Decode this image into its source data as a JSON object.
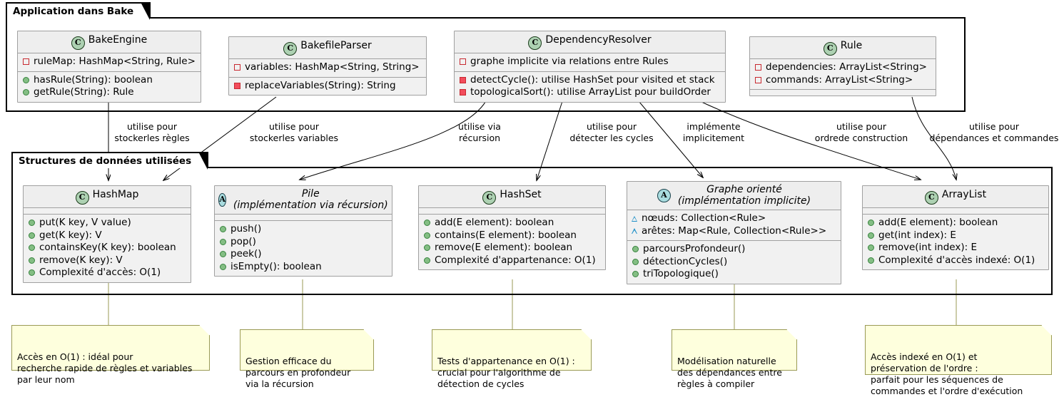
{
  "packages": [
    {
      "name": "pkg-application",
      "title": "Application dans Bake"
    },
    {
      "name": "pkg-structures",
      "title": "Structures de données utilisées"
    }
  ],
  "classes": [
    {
      "name": "BakeEngine",
      "stereotype": "C",
      "subtitle": "",
      "fields": [
        {
          "vis": "priv-field",
          "text": "ruleMap: HashMap<String, Rule>"
        }
      ],
      "methods": [
        {
          "vis": "pub-meth",
          "text": "hasRule(String): boolean"
        },
        {
          "vis": "pub-meth",
          "text": "getRule(String): Rule"
        }
      ]
    },
    {
      "name": "BakefileParser",
      "stereotype": "C",
      "subtitle": "",
      "fields": [
        {
          "vis": "priv-field",
          "text": "variables: HashMap<String, String>"
        }
      ],
      "methods": [
        {
          "vis": "priv-meth",
          "text": "replaceVariables(String): String"
        }
      ]
    },
    {
      "name": "DependencyResolver",
      "stereotype": "C",
      "subtitle": "",
      "fields": [
        {
          "vis": "priv-field",
          "text": "graphe implicite via relations entre Rules"
        }
      ],
      "methods": [
        {
          "vis": "priv-meth",
          "text": "detectCycle(): utilise HashSet pour visited et stack"
        },
        {
          "vis": "priv-meth",
          "text": "topologicalSort(): utilise ArrayList pour buildOrder"
        }
      ]
    },
    {
      "name": "Rule",
      "stereotype": "C",
      "subtitle": "",
      "fields": [
        {
          "vis": "priv-field",
          "text": "dependencies: ArrayList<String>"
        },
        {
          "vis": "priv-field",
          "text": "commands: ArrayList<String>"
        }
      ],
      "methods": []
    },
    {
      "name": "HashMap",
      "stereotype": "C",
      "subtitle": "",
      "fields": [],
      "methods": [
        {
          "vis": "pub-meth",
          "text": "put(K key, V value)"
        },
        {
          "vis": "pub-meth",
          "text": "get(K key): V"
        },
        {
          "vis": "pub-meth",
          "text": "containsKey(K key): boolean"
        },
        {
          "vis": "pub-meth",
          "text": "remove(K key): V"
        },
        {
          "vis": "pub-meth",
          "text": "Complexité d'accès: O(1)"
        }
      ]
    },
    {
      "name": "Pile",
      "stereotype": "A",
      "subtitle": "(implémentation via récursion)",
      "fields": [],
      "methods": [
        {
          "vis": "pub-meth",
          "text": "push()"
        },
        {
          "vis": "pub-meth",
          "text": "pop()"
        },
        {
          "vis": "pub-meth",
          "text": "peek()"
        },
        {
          "vis": "pub-meth",
          "text": "isEmpty(): boolean"
        }
      ]
    },
    {
      "name": "HashSet",
      "stereotype": "C",
      "subtitle": "",
      "fields": [],
      "methods": [
        {
          "vis": "pub-meth",
          "text": "add(E element): boolean"
        },
        {
          "vis": "pub-meth",
          "text": "contains(E element): boolean"
        },
        {
          "vis": "pub-meth",
          "text": "remove(E element): boolean"
        },
        {
          "vis": "pub-meth",
          "text": "Complexité d'appartenance: O(1)"
        }
      ]
    },
    {
      "name": "Graphe orienté",
      "stereotype": "A",
      "subtitle": "(implémentation implicite)",
      "fields": [
        {
          "vis": "prot-field",
          "text": "nœuds: Collection<Rule>"
        },
        {
          "vis": "prot-field",
          "text": "arêtes: Map<Rule, Collection<Rule>>"
        }
      ],
      "methods": [
        {
          "vis": "pub-meth",
          "text": "parcoursProfondeur()"
        },
        {
          "vis": "pub-meth",
          "text": "détectionCycles()"
        },
        {
          "vis": "pub-meth",
          "text": "triTopologique()"
        }
      ]
    },
    {
      "name": "ArrayList",
      "stereotype": "C",
      "subtitle": "",
      "fields": [],
      "methods": [
        {
          "vis": "pub-meth",
          "text": "add(E element): boolean"
        },
        {
          "vis": "pub-meth",
          "text": "get(int index): E"
        },
        {
          "vis": "pub-meth",
          "text": "remove(int index): E"
        },
        {
          "vis": "pub-meth",
          "text": "Complexité d'accès indexé: O(1)"
        }
      ]
    }
  ],
  "edge_labels": [
    {
      "name": "edge-label-store-rules",
      "line1": "utilise pour",
      "line2": "stockerles règles"
    },
    {
      "name": "edge-label-store-variables",
      "line1": "utilise pour",
      "line2": "stockerles variables"
    },
    {
      "name": "edge-label-recursion",
      "line1": "utilise via",
      "line2": "récursion"
    },
    {
      "name": "edge-label-detect-cycles",
      "line1": "utilise pour",
      "line2": "détecter les cycles"
    },
    {
      "name": "edge-label-implements",
      "line1": "implémente",
      "line2": "implicitement"
    },
    {
      "name": "edge-label-build-order",
      "line1": "utilise pour",
      "line2": "ordrede construction"
    },
    {
      "name": "edge-label-deps-commands",
      "line1": "utilise pour",
      "line2": "dépendances et commandes"
    }
  ],
  "notes": [
    {
      "name": "note-hashmap",
      "text": "Accès en O(1) : idéal pour\nrecherche rapide de règles et variables\npar leur nom"
    },
    {
      "name": "note-pile",
      "text": "Gestion efficace du\nparcours en profondeur\nvia la récursion"
    },
    {
      "name": "note-hashset",
      "text": "Tests d'appartenance en O(1) :\ncrucial pour l'algorithme de\ndétection de cycles"
    },
    {
      "name": "note-graphe",
      "text": "Modélisation naturelle\ndes dépendances entre\nrègles à compiler"
    },
    {
      "name": "note-arraylist",
      "text": "Accès indexé en O(1) et\npréservation de l'ordre :\nparfait pour les séquences de\ncommandes et l'ordre d'exécution"
    }
  ],
  "colors": {
    "class_fill": "#F1F1F1",
    "class_border": "#A0A0A0",
    "class_badge": "#ADD1B2",
    "abstract_badge": "#A9DCDF",
    "note_fill": "#FEFFDD",
    "note_border": "#9A9A55",
    "line": "#000000"
  }
}
